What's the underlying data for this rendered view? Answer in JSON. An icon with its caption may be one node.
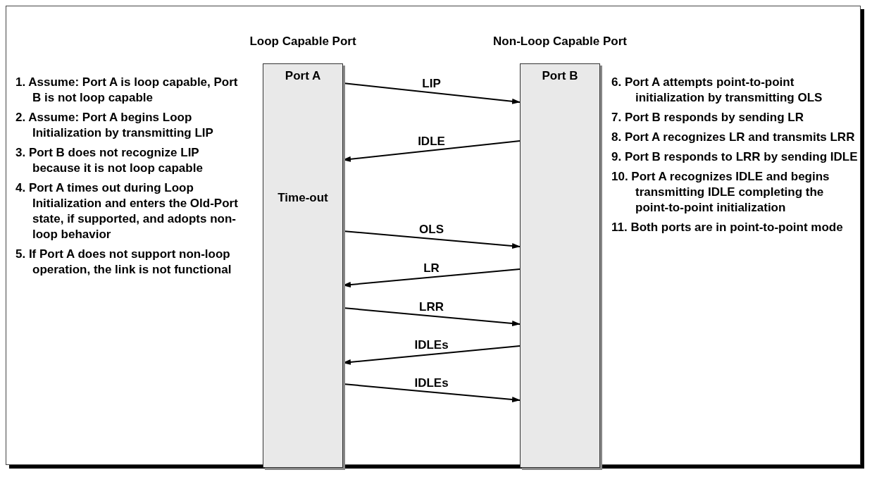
{
  "diagram": {
    "nodes": [
      {
        "text": [
          "Loop Capable Port",
          "Port A",
          "Time-out"
        ]
      },
      {
        "text": [
          "Non-Loop Capable Port",
          "Port B"
        ]
      }
    ],
    "edges": [
      {
        "from": 0,
        "to": 1,
        "arrow": "to",
        "label": "LIP"
      },
      {
        "from": 1,
        "to": 0,
        "arrow": "to",
        "label": "IDLE"
      },
      {
        "from": 0,
        "to": 1,
        "arrow": "to",
        "label": "OLS"
      },
      {
        "from": 1,
        "to": 0,
        "arrow": "to",
        "label": "LR"
      },
      {
        "from": 0,
        "to": 1,
        "arrow": "to",
        "label": "LRR"
      },
      {
        "from": 1,
        "to": 0,
        "arrow": "to",
        "label": "IDLEs"
      },
      {
        "from": 0,
        "to": 1,
        "arrow": "to",
        "label": "IDLEs"
      }
    ],
    "labels": [
      "1. Assume: Port A is loop capable, Port B is not loop capable",
      "2. Assume: Port A begins Loop Initialization by transmitting LIP",
      "3. Port B does not recognize LIP because it is not loop capable",
      "4. Port A times out during Loop Initialization and enters the Old-Port state, if supported, and adopts non-loop behavior",
      "5. If Port A does not support non-loop operation, the link is not functional",
      "6. Port A attempts point-to-point initialization by transmitting OLS",
      "7. Port B responds by sending LR",
      "8. Port A recognizes LR and transmits LRR",
      "9. Port B responds to LRR by sending IDLE",
      "10. Port A recognizes IDLE and begins transmitting IDLE completing the point-to-point initialization",
      "11. Both ports are in point-to-point mode"
    ]
  }
}
